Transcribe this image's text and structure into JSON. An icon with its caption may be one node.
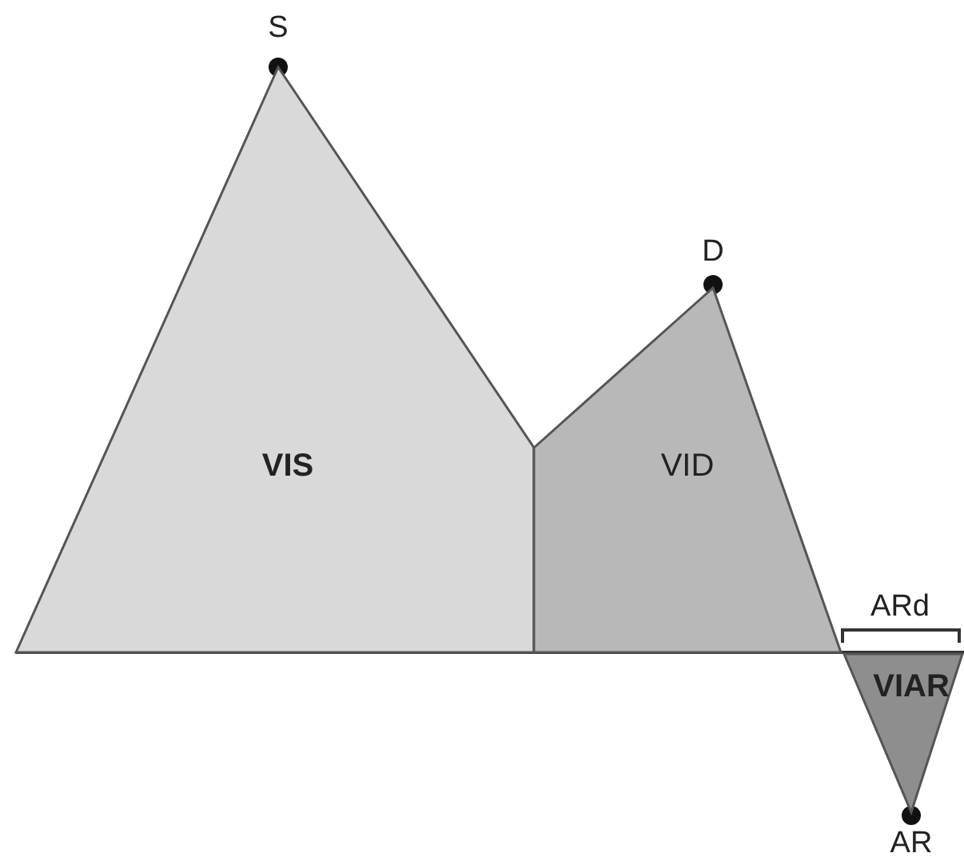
{
  "diagram": {
    "nodes": [
      {
        "text": [
          "VIS"
        ]
      },
      {
        "text": [
          "VID"
        ]
      },
      {
        "text": [
          "VIAR"
        ]
      }
    ],
    "labels": [
      "S",
      "D",
      "ARd",
      "AR"
    ]
  }
}
